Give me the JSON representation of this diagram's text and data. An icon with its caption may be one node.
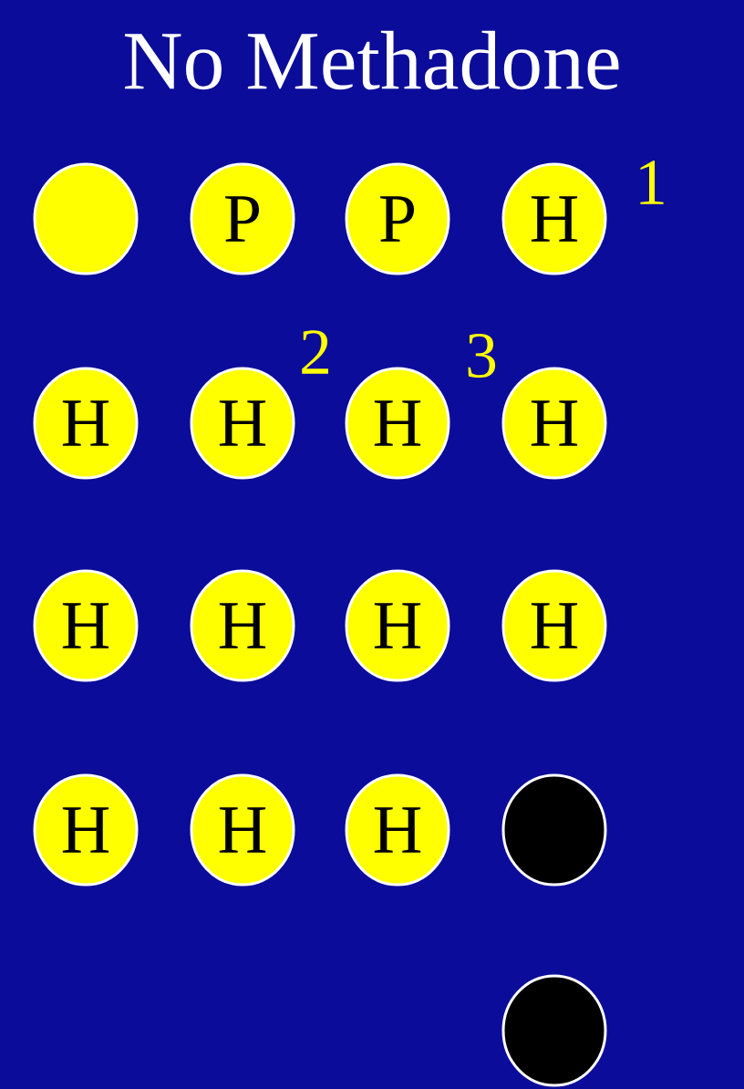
{
  "diagram": {
    "title": "No Methadone",
    "nodes": [
      {
        "text": [],
        "shape": "circle"
      },
      {
        "text": [
          "P"
        ]
      },
      {
        "text": [
          "P"
        ]
      },
      {
        "text": [
          "H"
        ]
      },
      {
        "text": [
          "H"
        ]
      },
      {
        "text": [
          "H"
        ]
      },
      {
        "text": [
          "H"
        ]
      },
      {
        "text": [
          "H"
        ]
      },
      {
        "text": [
          "H"
        ]
      },
      {
        "text": [
          "H"
        ]
      },
      {
        "text": [
          "H"
        ]
      },
      {
        "text": [
          "H"
        ]
      },
      {
        "text": [
          "H"
        ]
      },
      {
        "text": [
          "H"
        ]
      },
      {
        "text": [
          "H"
        ]
      },
      {
        "text": [],
        "shape": "circle"
      },
      {
        "text": [],
        "shape": "circle"
      }
    ],
    "labels": [
      "1",
      "2",
      "3"
    ]
  }
}
